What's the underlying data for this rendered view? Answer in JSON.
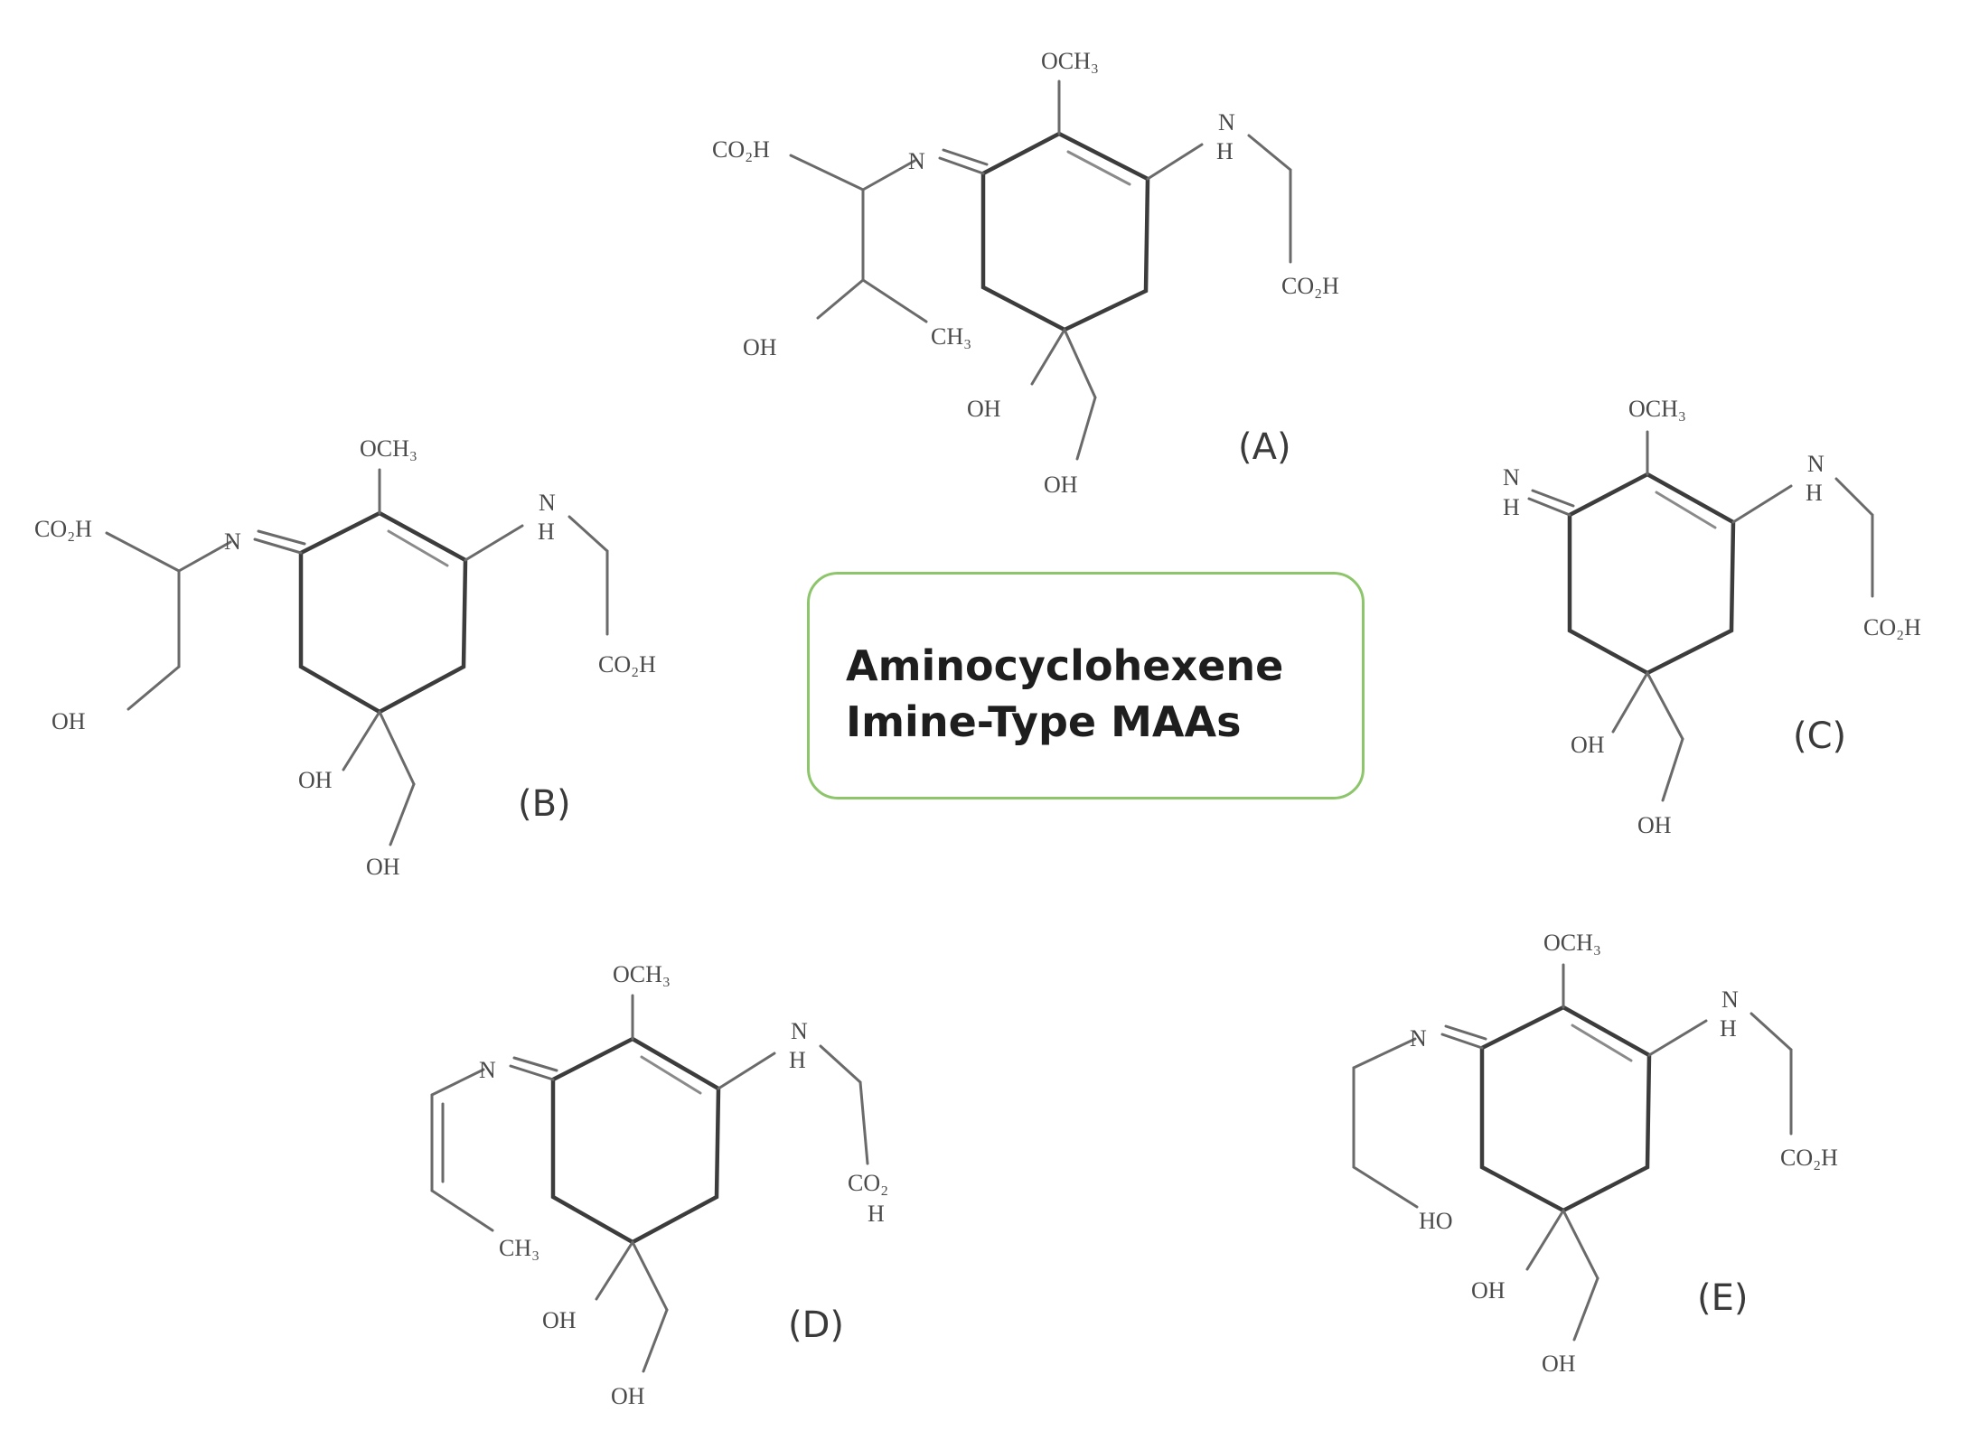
{
  "title": {
    "line1": "Aminocyclohexene",
    "line2": "Imine-Type MAAs"
  },
  "colors": {
    "box_border": "#8cc56a",
    "ring_bond": "#3c3c3c",
    "side_bond": "#6a6a6a"
  },
  "molecules": {
    "A": {
      "label": "(A)",
      "atoms": {
        "och3": "OCH₃",
        "nh_n": "N",
        "nh_h": "H",
        "co2h_right": "CO₂H",
        "co2h_left": "CO₂H",
        "n_imine": "N",
        "oh_side": "OH",
        "ch3": "CH₃",
        "oh_ring": "OH",
        "oh_ch2": "OH"
      }
    },
    "B": {
      "label": "(B)",
      "atoms": {
        "och3": "OCH₃",
        "nh_n": "N",
        "nh_h": "H",
        "co2h_right": "CO₂H",
        "co2h_left": "CO₂H",
        "n_imine": "N",
        "oh_side": "OH",
        "oh_ring": "OH",
        "oh_ch2": "OH"
      }
    },
    "C": {
      "label": "(C)",
      "atoms": {
        "och3": "OCH₃",
        "nh_n": "N",
        "nh_h": "H",
        "co2h_right": "CO₂H",
        "imine_n": "N",
        "imine_h": "H",
        "oh_ring": "OH",
        "oh_ch2": "OH"
      }
    },
    "D": {
      "label": "(D)",
      "atoms": {
        "och3": "OCH₃",
        "nh_n": "N",
        "nh_h": "H",
        "co2": "CO₂",
        "co2_h": "H",
        "n_imine": "N",
        "ch3": "CH₃",
        "oh_ring": "OH",
        "oh_ch2": "OH"
      }
    },
    "E": {
      "label": "(E)",
      "atoms": {
        "och3": "OCH₃",
        "nh_n": "N",
        "nh_h": "H",
        "co2h_right": "CO₂H",
        "n_imine": "N",
        "ho": "HO",
        "oh_ring": "OH",
        "oh_ch2": "OH"
      }
    }
  }
}
